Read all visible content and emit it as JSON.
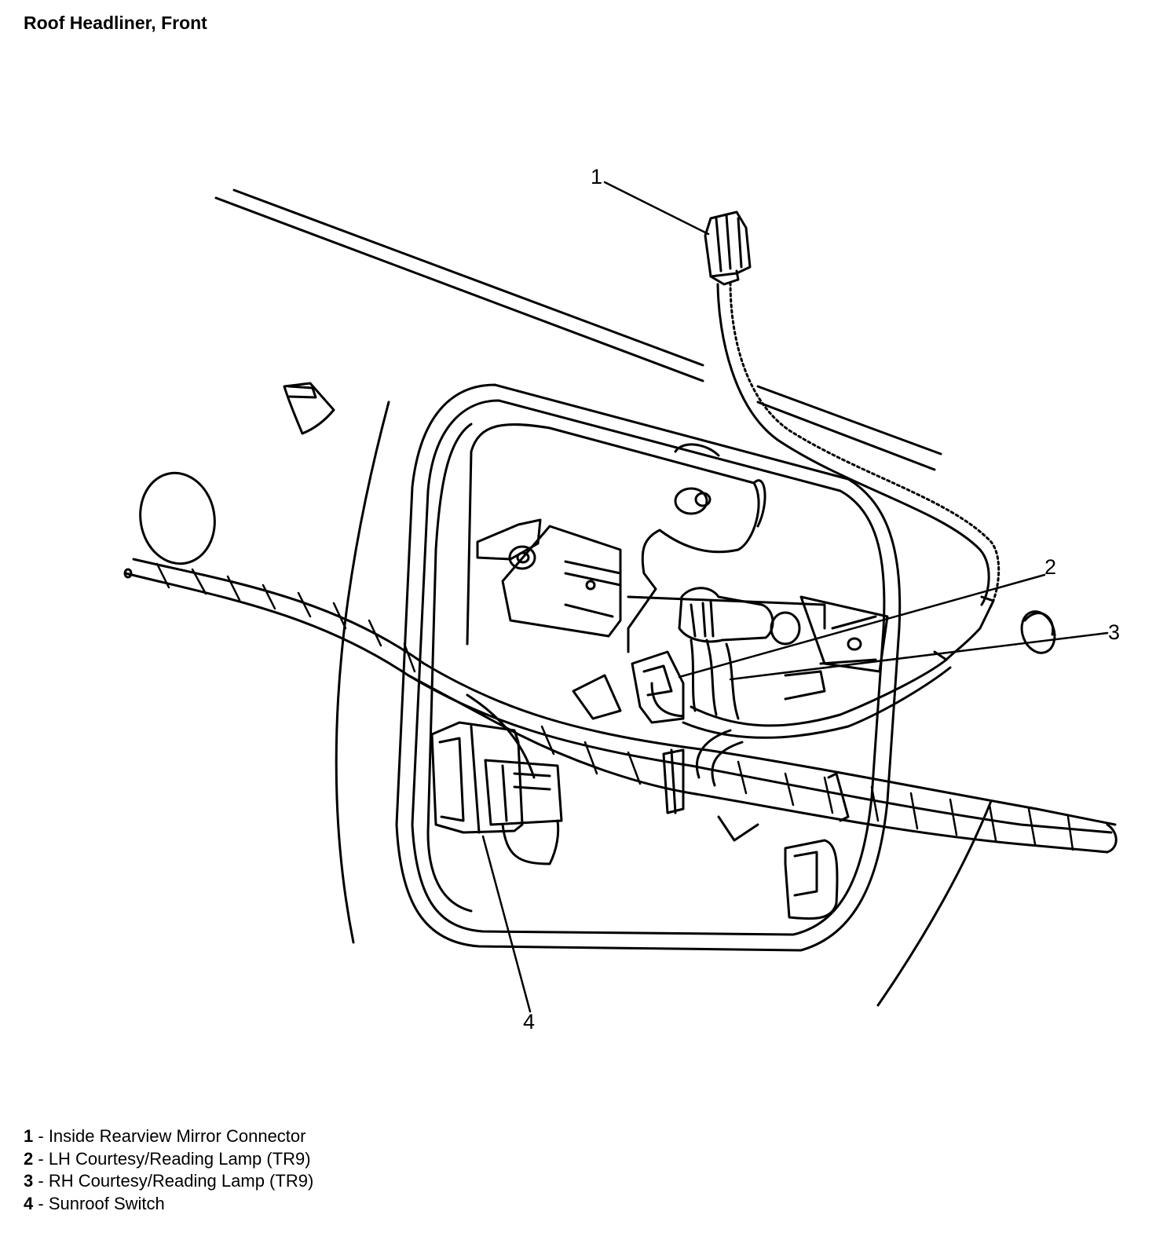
{
  "title": "Roof Headliner, Front",
  "callouts": [
    {
      "number": "1",
      "text": "Inside Rearview Mirror Connector"
    },
    {
      "number": "2",
      "text": "LH Courtesy/Reading Lamp (TR9)"
    },
    {
      "number": "3",
      "text": "RH Courtesy/Reading Lamp (TR9)"
    },
    {
      "number": "4",
      "text": "Sunroof Switch"
    }
  ],
  "legend_separator": " - "
}
